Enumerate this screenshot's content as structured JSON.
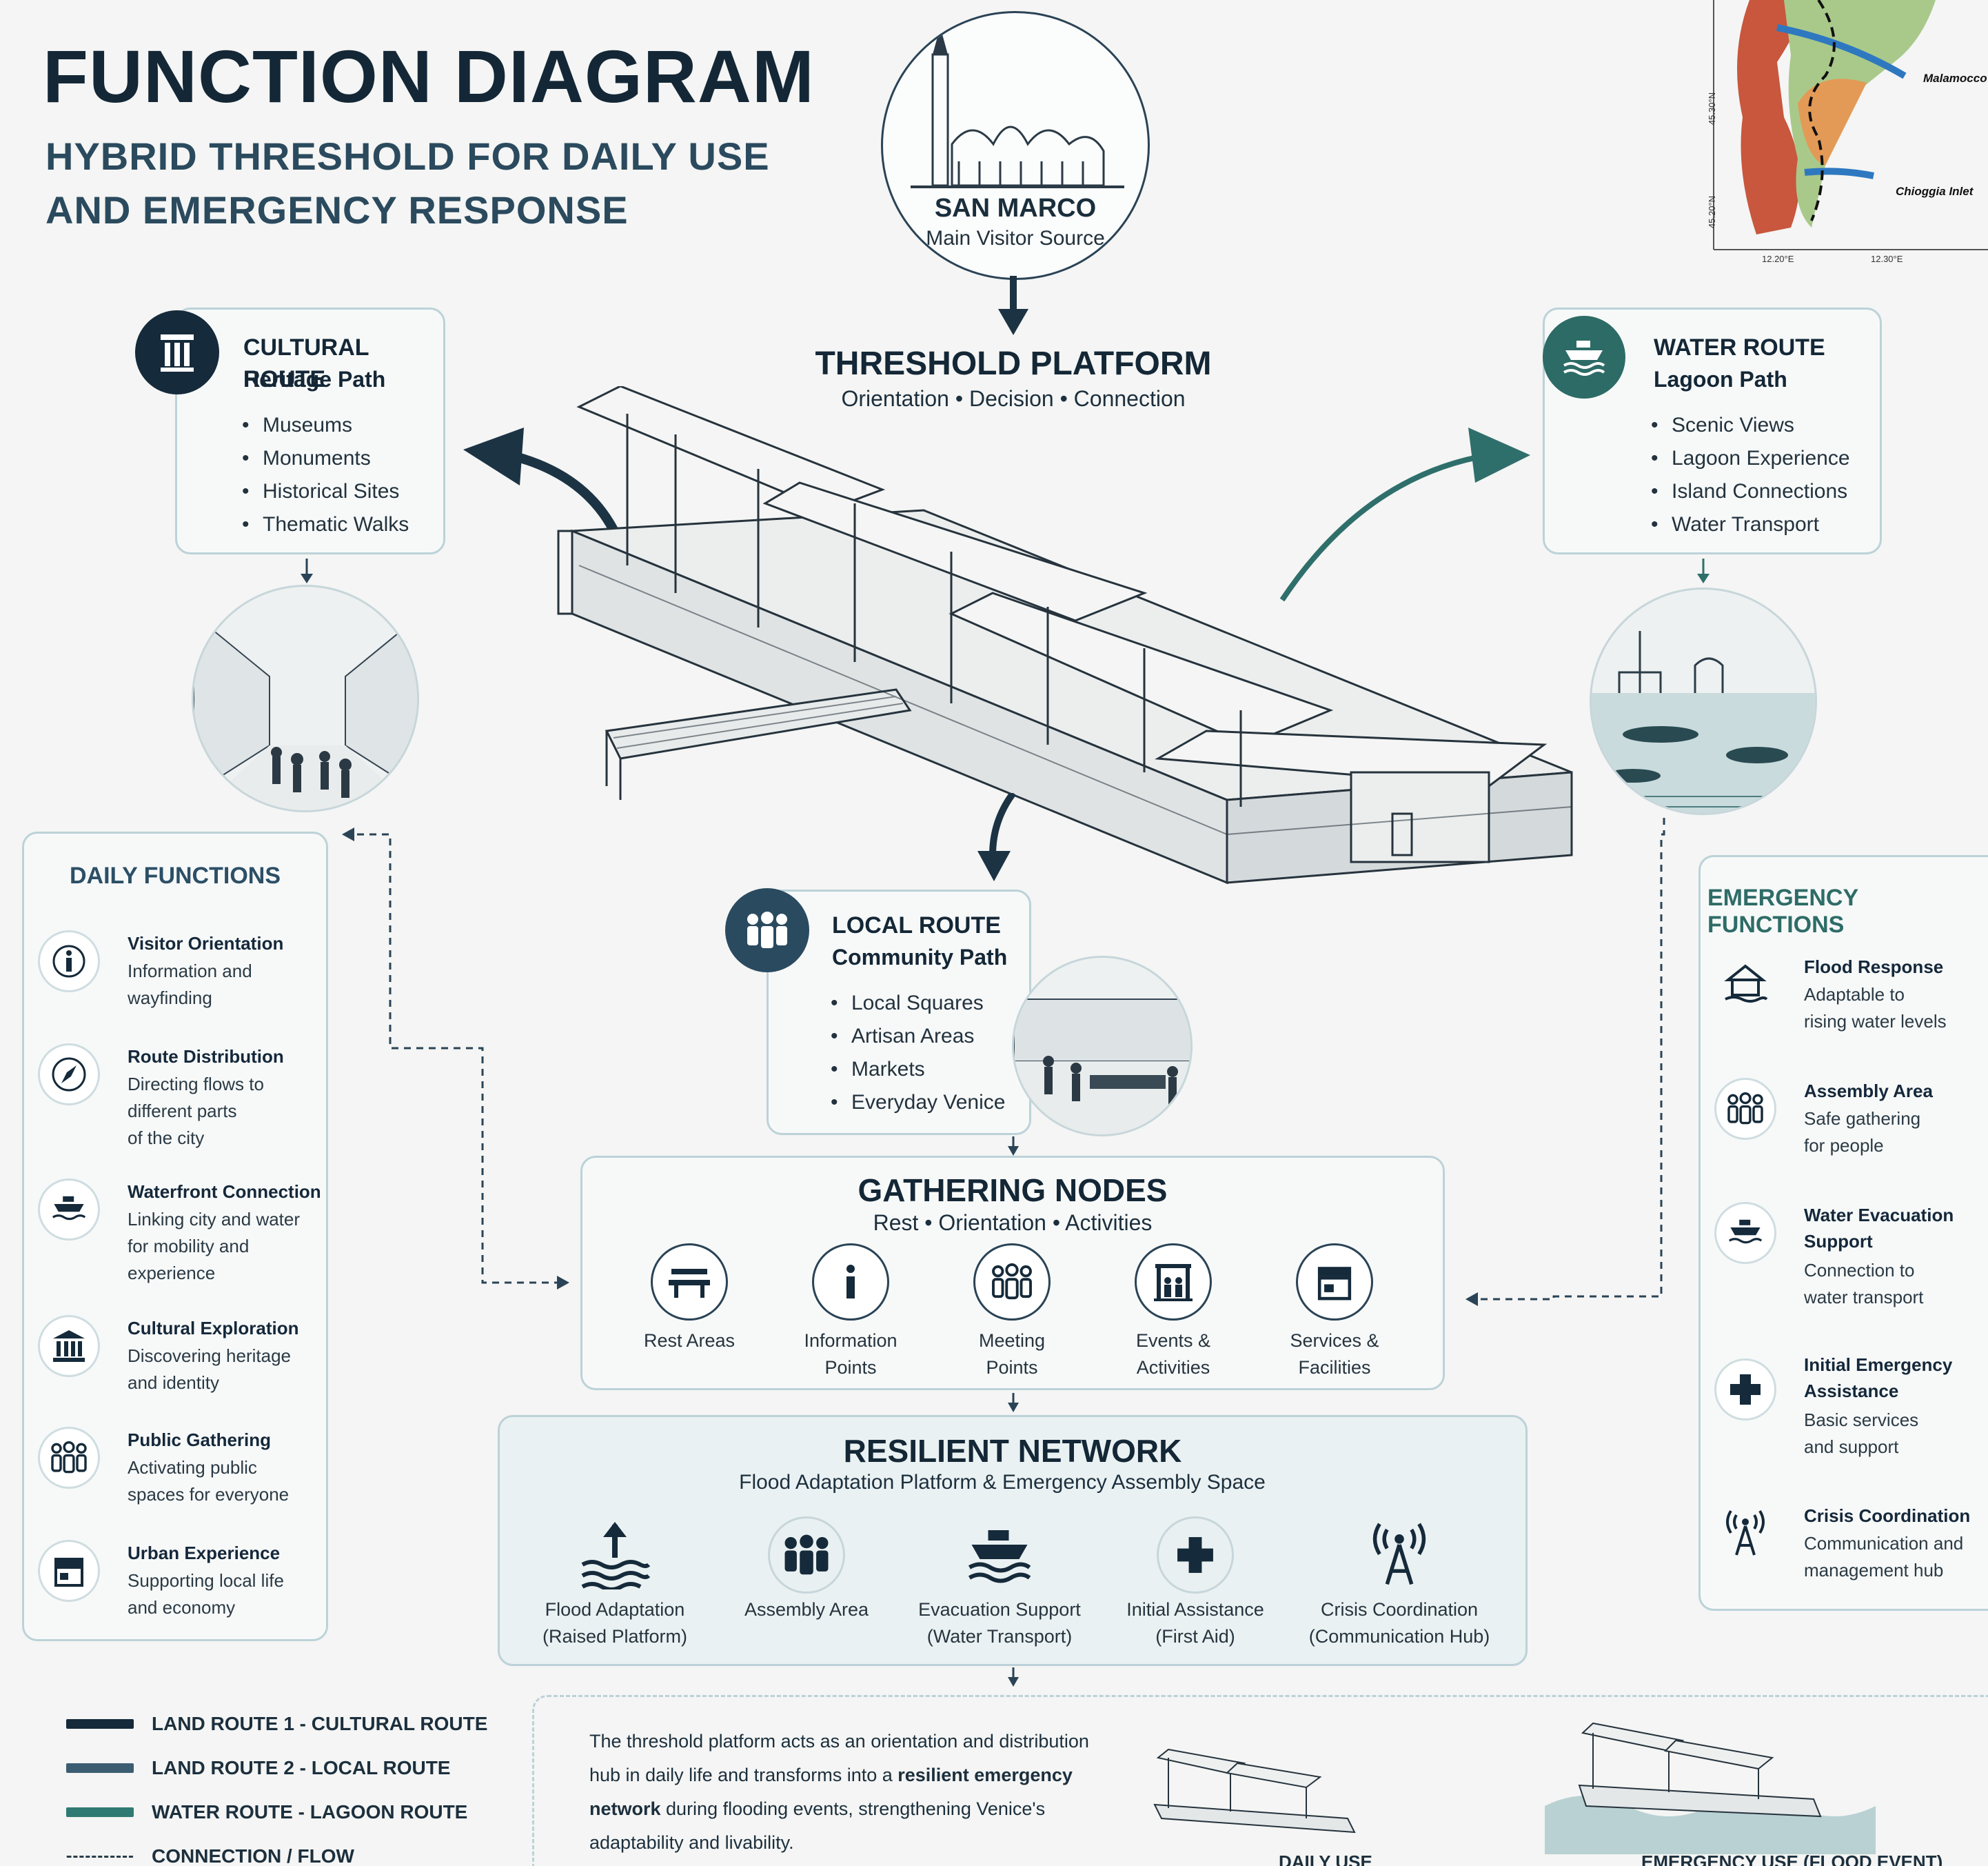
{
  "header": {
    "title": "FUNCTION DIAGRAM",
    "subtitle_line1": "HYBRID THRESHOLD FOR DAILY USE",
    "subtitle_line2": "AND EMERGENCY RESPONSE"
  },
  "san_marco": {
    "title": "SAN MARCO",
    "subtitle": "Main Visitor Source"
  },
  "map_inset": {
    "labels": [
      "Malamocco",
      "Chioggia Inlet"
    ],
    "lat_ticks": [
      "45.30°N",
      "45.20°N"
    ],
    "lon_ticks": [
      "12.20°E",
      "12.30°E"
    ]
  },
  "threshold": {
    "title": "THRESHOLD PLATFORM",
    "subtitle": "Orientation • Decision • Connection"
  },
  "cultural_route": {
    "title": "CULTURAL ROUTE",
    "subtitle": "Heritage Path",
    "items": [
      "Museums",
      "Monuments",
      "Historical Sites",
      "Thematic Walks"
    ]
  },
  "water_route": {
    "title": "WATER ROUTE",
    "subtitle": "Lagoon Path",
    "items": [
      "Scenic Views",
      "Lagoon Experience",
      "Island Connections",
      "Water Transport"
    ]
  },
  "local_route": {
    "title": "LOCAL ROUTE",
    "subtitle": "Community Path",
    "items": [
      "Local Squares",
      "Artisan Areas",
      "Markets",
      "Everyday Venice"
    ]
  },
  "daily_functions": {
    "title": "DAILY FUNCTIONS",
    "items": [
      {
        "icon": "info-icon",
        "title": "Visitor Orientation",
        "desc": [
          "Information and",
          "wayfinding"
        ]
      },
      {
        "icon": "compass-icon",
        "title": "Route Distribution",
        "desc": [
          "Directing flows to",
          "different parts",
          "of the city"
        ]
      },
      {
        "icon": "boat-icon",
        "title": "Waterfront Connection",
        "desc": [
          "Linking city and water",
          "for mobility and",
          "experience"
        ]
      },
      {
        "icon": "museum-icon",
        "title": "Cultural Exploration",
        "desc": [
          "Discovering heritage",
          "and identity"
        ]
      },
      {
        "icon": "people-icon",
        "title": "Public Gathering",
        "desc": [
          "Activating public",
          "spaces for everyone"
        ]
      },
      {
        "icon": "shop-icon",
        "title": "Urban Experience",
        "desc": [
          "Supporting local life",
          "and economy"
        ]
      }
    ]
  },
  "emergency_functions": {
    "title": "EMERGENCY FUNCTIONS",
    "items": [
      {
        "icon": "flood-house-icon",
        "title": [
          "Flood Response"
        ],
        "desc": [
          "Adaptable to",
          "rising water levels"
        ]
      },
      {
        "icon": "people-icon",
        "title": [
          "Assembly Area"
        ],
        "desc": [
          "Safe gathering",
          "for people"
        ]
      },
      {
        "icon": "boat-icon",
        "title": [
          "Water Evacuation",
          "Support"
        ],
        "desc": [
          "Connection to",
          "water transport"
        ]
      },
      {
        "icon": "first-aid-icon",
        "title": [
          "Initial Emergency",
          "Assistance"
        ],
        "desc": [
          "Basic services",
          "and support"
        ]
      },
      {
        "icon": "antenna-icon",
        "title": [
          "Crisis Coordination"
        ],
        "desc": [
          "Communication and",
          "management hub"
        ]
      }
    ]
  },
  "gathering_nodes": {
    "title": "GATHERING NODES",
    "subtitle": "Rest • Orientation • Activities",
    "items": [
      {
        "icon": "bench-icon",
        "label": [
          "Rest Areas"
        ]
      },
      {
        "icon": "info-icon",
        "label": [
          "Information",
          "Points"
        ]
      },
      {
        "icon": "people-icon",
        "label": [
          "Meeting",
          "Points"
        ]
      },
      {
        "icon": "stage-icon",
        "label": [
          "Events &",
          "Activities"
        ]
      },
      {
        "icon": "shop-icon",
        "label": [
          "Services &",
          "Facilities"
        ]
      }
    ]
  },
  "resilient_network": {
    "title": "RESILIENT NETWORK",
    "subtitle": "Flood Adaptation Platform & Emergency Assembly Space",
    "items": [
      {
        "icon": "flood-raise-icon",
        "label": [
          "Flood Adaptation",
          "(Raised Platform)"
        ]
      },
      {
        "icon": "people-icon",
        "label": [
          "Assembly Area"
        ]
      },
      {
        "icon": "boat-icon",
        "label": [
          "Evacuation Support",
          "(Water Transport)"
        ]
      },
      {
        "icon": "first-aid-icon",
        "label": [
          "Initial Assistance",
          "(First Aid)"
        ]
      },
      {
        "icon": "antenna-icon",
        "label": [
          "Crisis Coordination",
          "(Communication Hub)"
        ]
      }
    ]
  },
  "legend": [
    {
      "label": "LAND ROUTE 1 - CULTURAL ROUTE",
      "color": "#152a3a",
      "style": "solid"
    },
    {
      "label": "LAND ROUTE 2 - LOCAL ROUTE",
      "color": "#3c5d71",
      "style": "solid"
    },
    {
      "label": "WATER ROUTE - LAGOON ROUTE",
      "color": "#2f7a72",
      "style": "solid"
    },
    {
      "label": "CONNECTION / FLOW",
      "color": "#2a3d4b",
      "style": "dashed"
    }
  ],
  "summary": {
    "line1": "The threshold platform acts as an orientation and distribution",
    "line2_a": "hub in daily life and transforms into a ",
    "line2_b": "resilient emergency",
    "line3_a": "network",
    "line3_b": " during flooding events, strengthening Venice's",
    "line4": "adaptability and livability."
  },
  "captions": {
    "daily": "DAILY USE",
    "emergency": "EMERGENCY USE (FLOOD EVENT)"
  },
  "colors": {
    "navy": "#1c3344",
    "teal": "#2f6f6b",
    "card_border": "#bcd2d8"
  }
}
